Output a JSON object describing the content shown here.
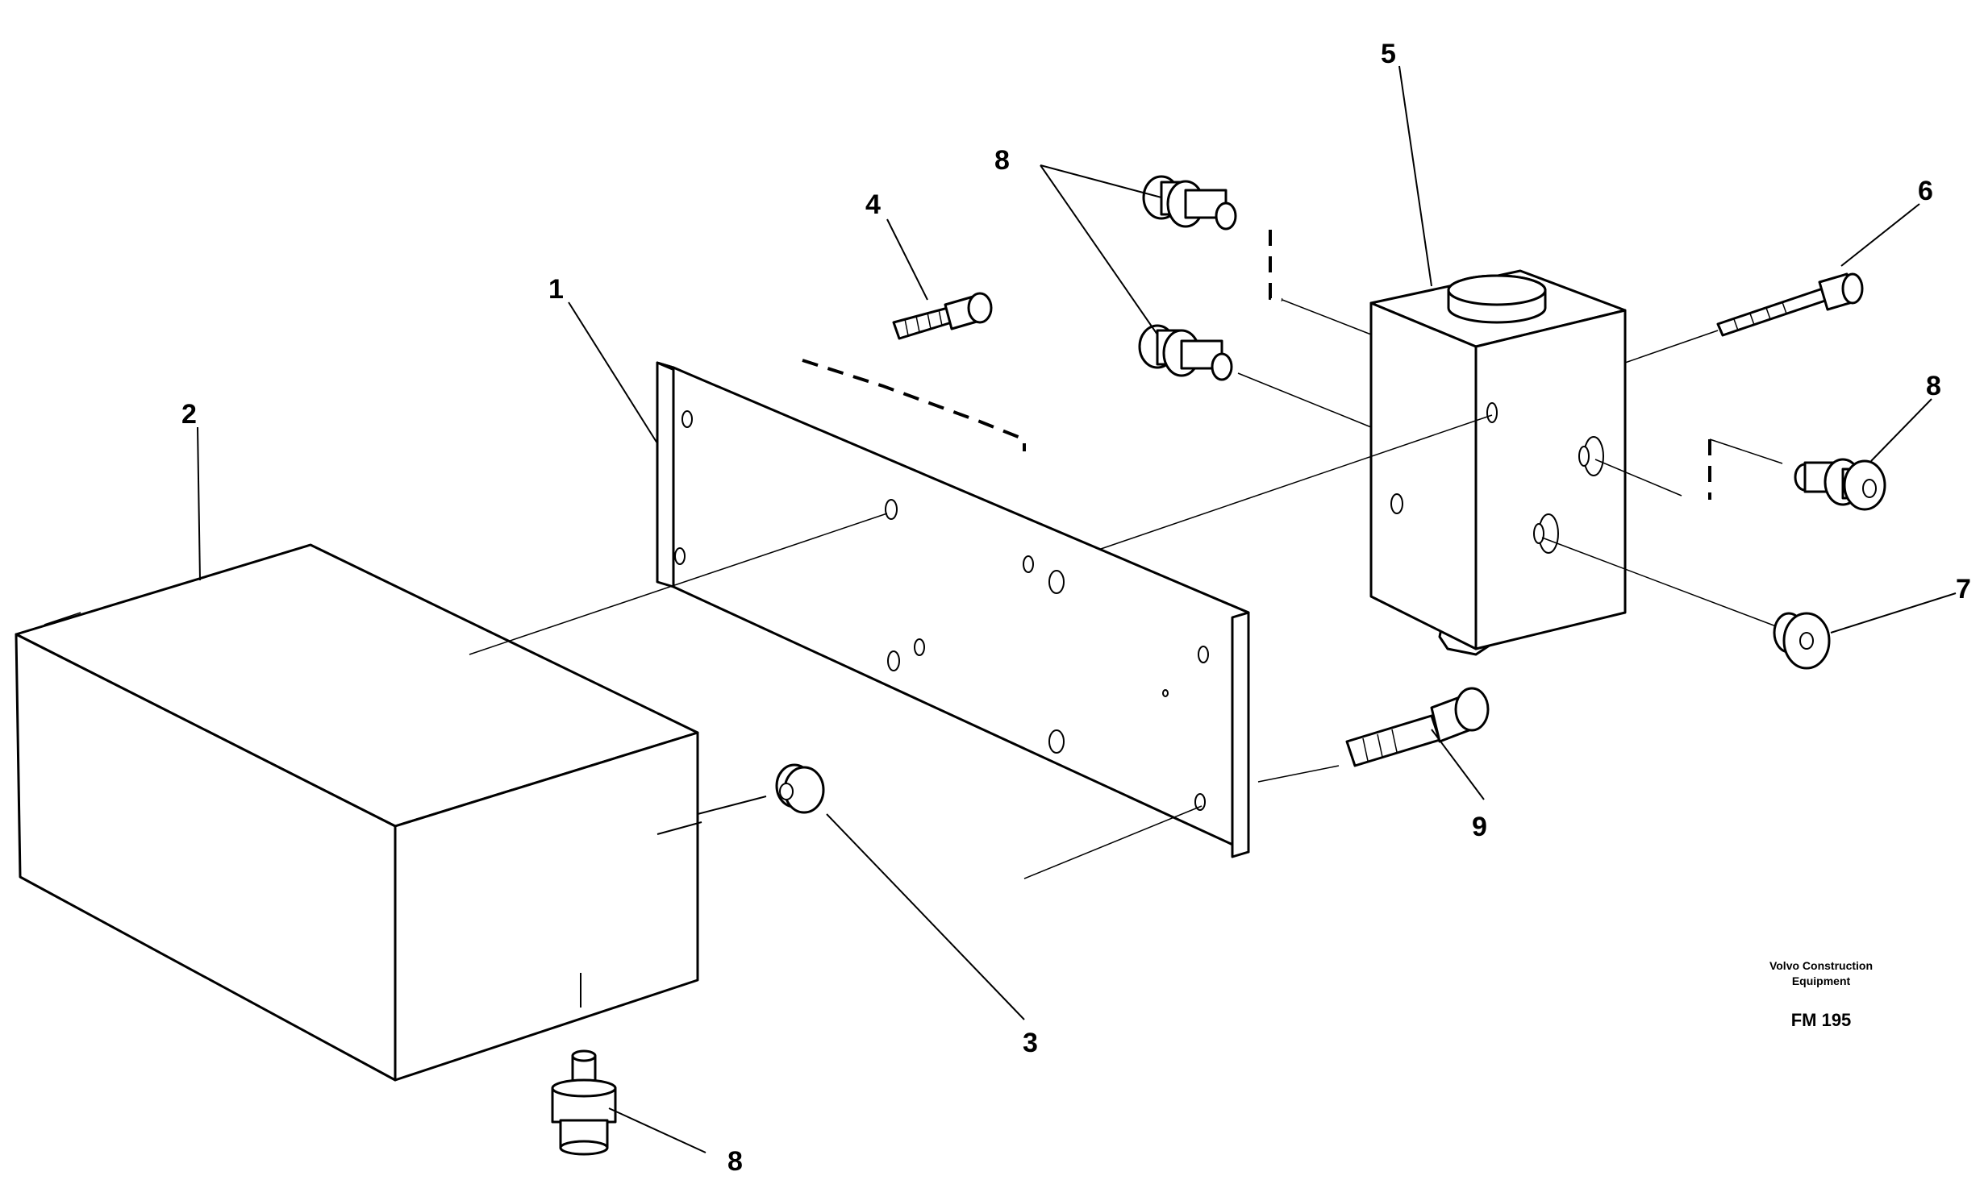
{
  "callouts": {
    "c1": "1",
    "c2": "2",
    "c3": "3",
    "c4": "4",
    "c5": "5",
    "c6": "6",
    "c7": "7",
    "c8_top": "8",
    "c8_right": "8",
    "c8_bottom": "8",
    "c9": "9"
  },
  "credit": {
    "line1": "Volvo Construction",
    "line2": "Equipment",
    "code": "FM 195"
  }
}
